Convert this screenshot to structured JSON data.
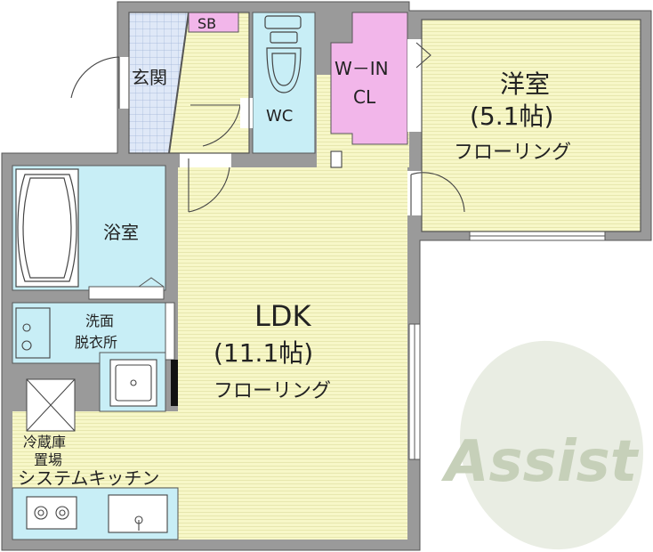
{
  "rooms": {
    "entrance": "玄関",
    "sb": "SB",
    "wc": "WC",
    "walkin_line1": "W－IN",
    "walkin_line2": "CL",
    "western_name": "洋室",
    "western_size": "(5.1帖)",
    "western_floor": "フローリング",
    "bath": "浴室",
    "washroom_line1": "洗面",
    "washroom_line2": "脱衣所",
    "ldk_name": "LDK",
    "ldk_size": "(11.1帖)",
    "ldk_floor": "フローリング",
    "fridge_line1": "冷蔵庫",
    "fridge_line2": "置場",
    "kitchen": "システムキッチン"
  },
  "watermark": "Assist",
  "colors": {
    "wall": "#9a9a9a",
    "wall_edge": "#555555",
    "floor": "#f7f7c8",
    "wet_area": "#c8eef6",
    "closet": "#f2b6ea",
    "sb": "#f2b6ea",
    "tile": "#dfe8f7",
    "watermark": "#cdd7c0"
  }
}
